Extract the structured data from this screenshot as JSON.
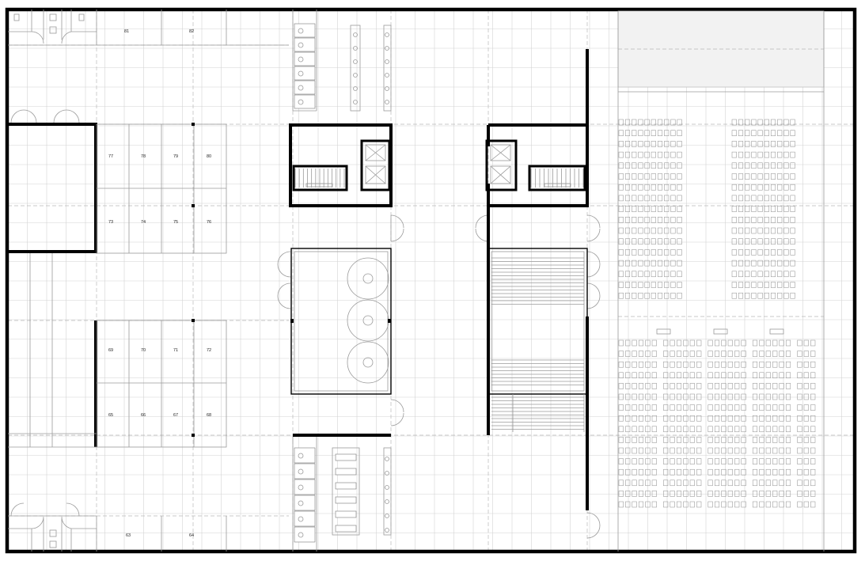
{
  "rooms": {
    "r81": "81",
    "r82": "82",
    "r77": "77",
    "r78": "78",
    "r79": "79",
    "r80": "80",
    "r73": "73",
    "r74": "74",
    "r75": "75",
    "r76": "76",
    "r69": "69",
    "r70": "70",
    "r71": "71",
    "r72": "72",
    "r65": "65",
    "r66": "66",
    "r67": "67",
    "r68": "68",
    "r63": "63",
    "r64": "64"
  },
  "auditorium": {
    "upper_block_rows": 17,
    "upper_block_columns": 20,
    "lower_block_rows": 16,
    "lower_block_columns": 27
  },
  "colors": {
    "wall": "#000000",
    "line": "#9a9a9a",
    "grid": "#d4d4d4",
    "background": "#ffffff"
  }
}
